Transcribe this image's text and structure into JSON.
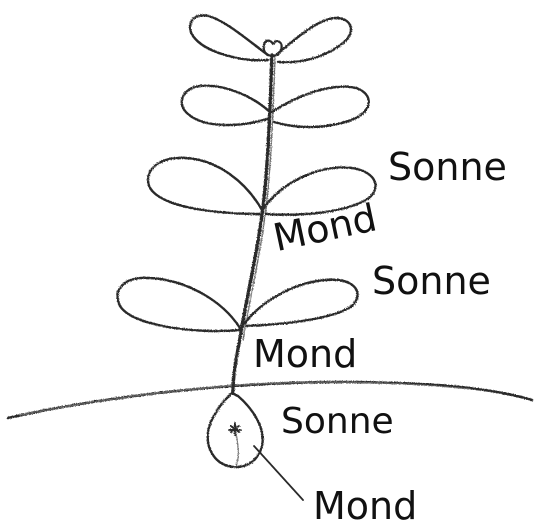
{
  "labels": {
    "sonne_upper": "Sonne",
    "mond_upper": "Mond",
    "sonne_middle": "Sonne",
    "mond_middle": "Mond",
    "sonne_lower": "Sonne",
    "mond_lower": "Mond"
  },
  "colors": {
    "ink": "#2b2b2b",
    "background": "#ffffff"
  }
}
